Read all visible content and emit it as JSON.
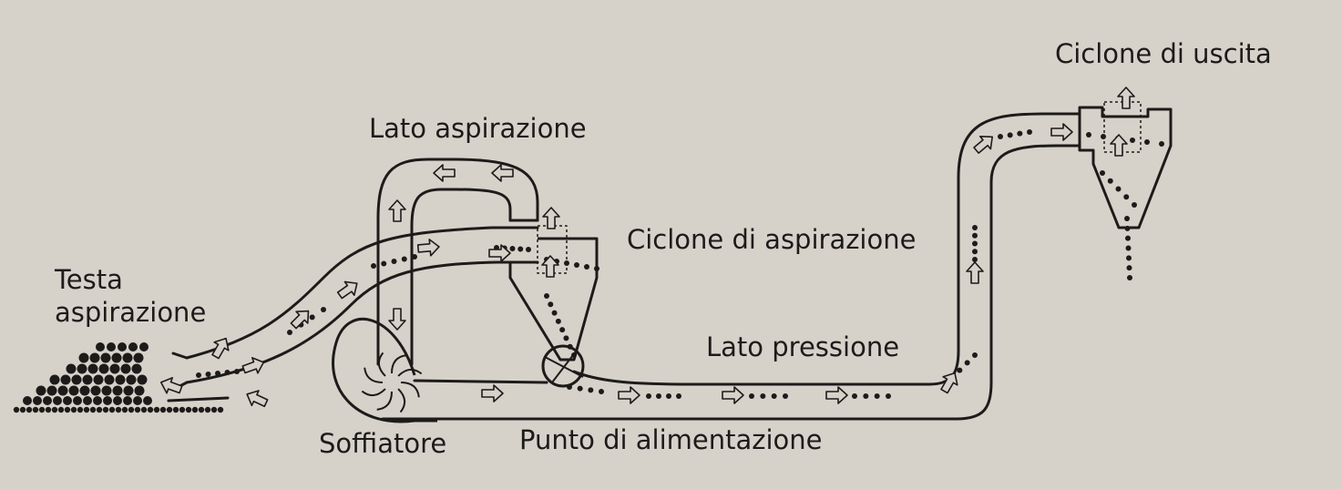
{
  "diagram": {
    "background_color": "#d6d2ca",
    "line_color": "#1d1b1a",
    "labels": {
      "outlet_cyclone": "Ciclone di uscita",
      "suction_side": "Lato aspirazione",
      "suction_cyclone": "Ciclone di aspirazione",
      "suction_head_line1": "Testa",
      "suction_head_line2": "aspirazione",
      "pressure_side": "Lato pressione",
      "blower": "Soffiatore",
      "feed_point": "Punto di alimentazione"
    },
    "icons": [
      "flow-arrow-icon",
      "material-dot",
      "blower-fan-icon",
      "rotary-valve-icon",
      "cyclone-icon",
      "material-pile"
    ]
  }
}
